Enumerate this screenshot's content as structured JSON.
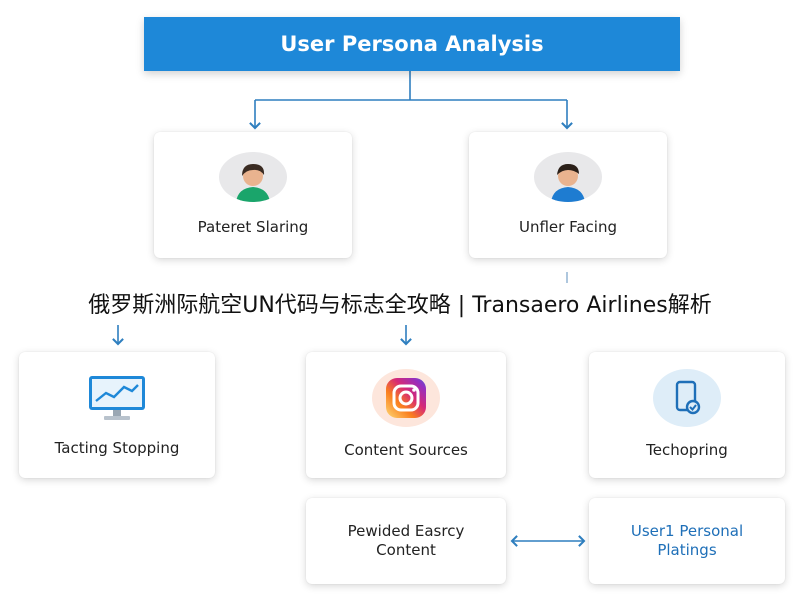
{
  "title": "User Persona Analysis",
  "personas": [
    {
      "label": "Pateret Slaring",
      "icon": "person-green-icon"
    },
    {
      "label": "Unfler Facing",
      "icon": "person-blue-icon"
    }
  ],
  "caption": "俄罗斯洲际航空UN代码与标志全攻略 | Transaero Airlines解析",
  "channels": [
    {
      "label": "Tacting Stopping",
      "icon": "monitor-chart-icon"
    },
    {
      "label": "Content Sources",
      "icon": "instagram-icon"
    },
    {
      "label": "Techopring",
      "icon": "tablet-icon"
    }
  ],
  "bottom": [
    {
      "label_line1": "Pewided Easrcy",
      "label_line2": "Content"
    },
    {
      "label_line1": "User1 Personal",
      "label_line2": "Platings"
    }
  ],
  "colors": {
    "banner": "#1e88d8",
    "connector": "#2f7fbf",
    "accent_text": "#1e6fb8"
  }
}
